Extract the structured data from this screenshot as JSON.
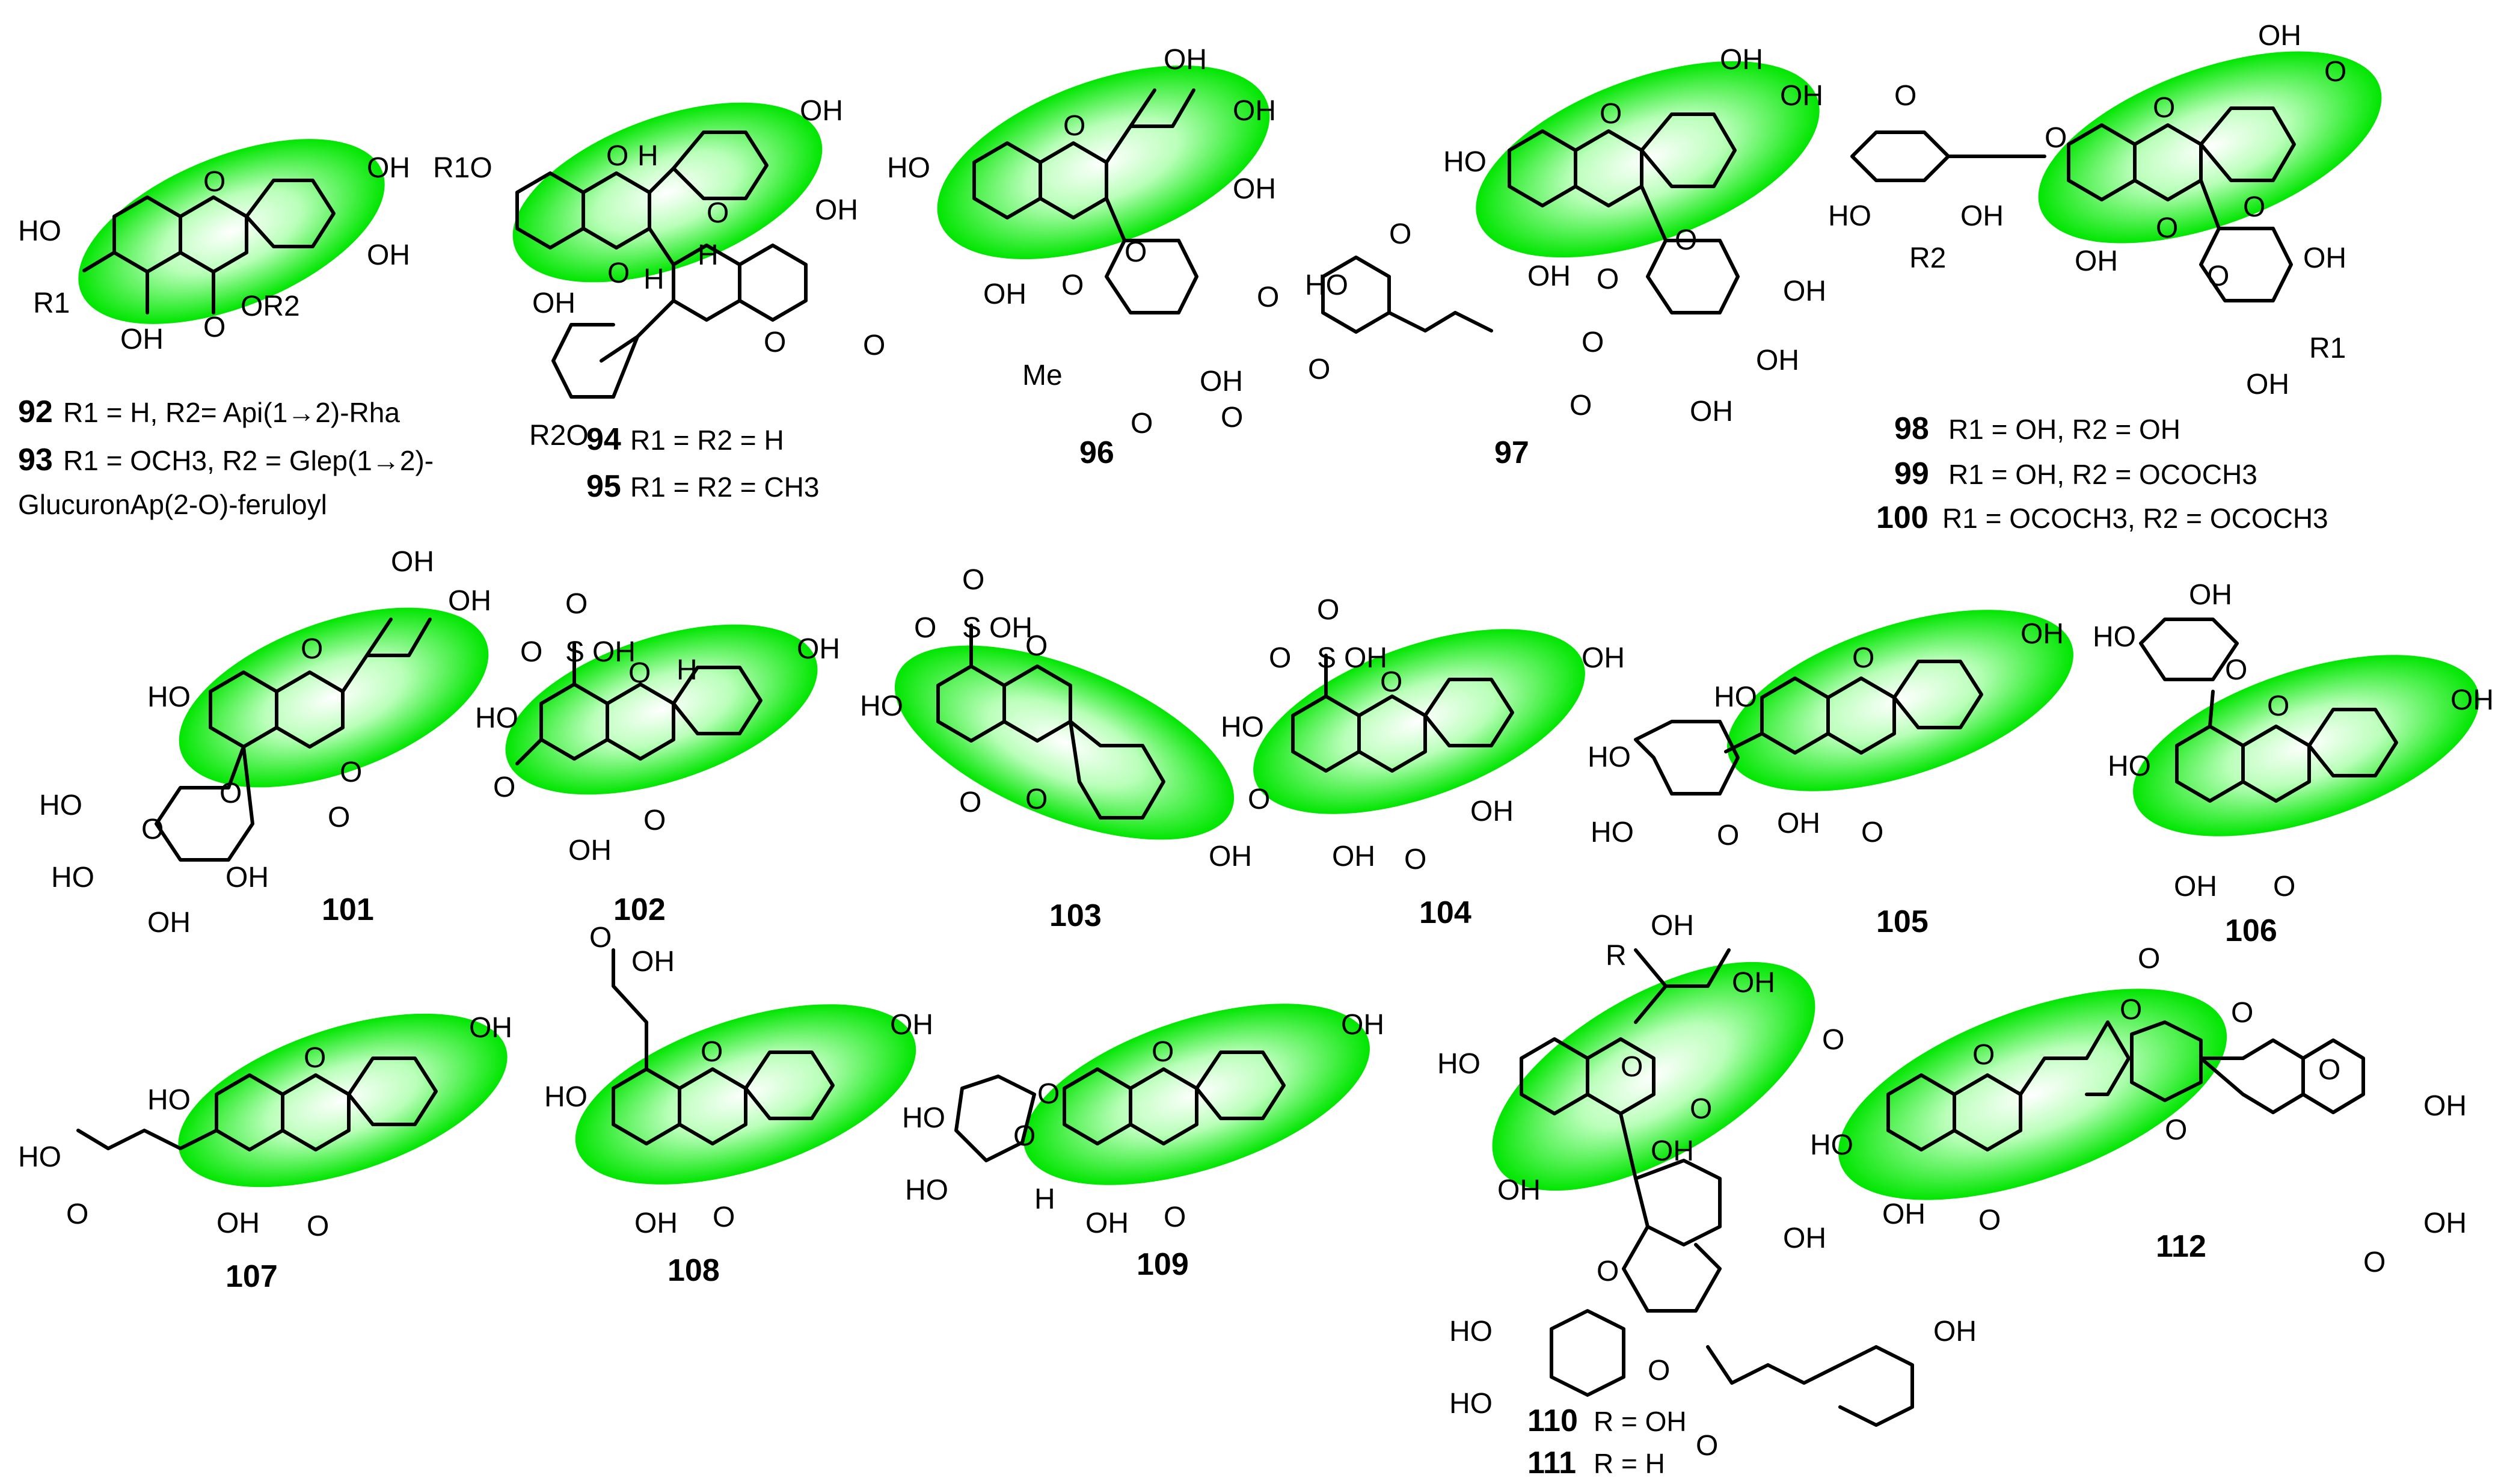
{
  "colors": {
    "highlight": "#00e600",
    "highlight_light": "#e9ffe9",
    "ink": "#000000",
    "background": "#ffffff"
  },
  "compounds": {
    "c92": "92",
    "c93": "93",
    "c94": "94",
    "c95": "95",
    "c96": "96",
    "c97": "97",
    "c98": "98",
    "c99": "99",
    "c100": "100",
    "c101": "101",
    "c102": "102",
    "c103": "103",
    "c104": "104",
    "c105": "105",
    "c106": "106",
    "c107": "107",
    "c108": "108",
    "c109": "109",
    "c110": "110",
    "c111": "111",
    "c112": "112"
  },
  "captions": {
    "c92": "R1 = H, R2= Api(1→2)-Rha",
    "c93_a": "R1 = OCH3, R2 = Glep(1→2)-",
    "c93_b": "GlucuronAp(2-O)-feruloyl",
    "c94": "R1 = R2 = H",
    "c95": "R1 = R2 = CH3",
    "c98": "R1 = OH,  R2 = OH",
    "c99": "R1 = OH,  R2 = OCOCH3",
    "c100": "R1 = OCOCH3, R2 = OCOCH3",
    "c110": "R = OH",
    "c111": "R = H"
  },
  "atom_labels": {
    "oh": "OH",
    "ho": "HO",
    "o": "O",
    "h": "H",
    "me": "Me",
    "r": "R",
    "r1": "R1",
    "r2": "R2",
    "r1o": "R1O",
    "r2o": "R2O",
    "or2": "OR2",
    "so3h": "S",
    "oh_acid": "OH"
  }
}
